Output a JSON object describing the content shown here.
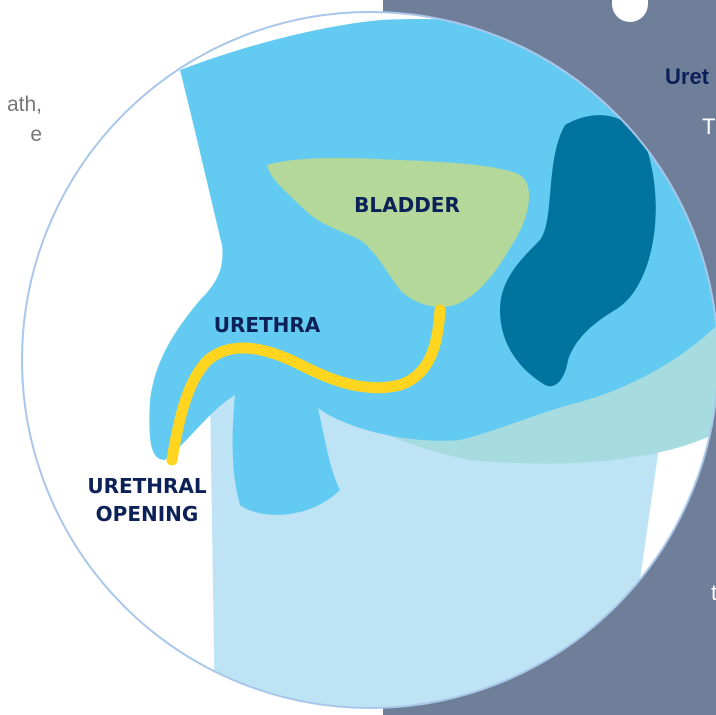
{
  "left_text_lines": [
    "ath,",
    "e"
  ],
  "panel": {
    "heading": "Uret",
    "text_top": "T",
    "text_bottom": "t"
  },
  "diagram": {
    "labels": {
      "bladder": "BLADDER",
      "urethra": "URETHRA",
      "urethral_opening_line1": "URETHRAL",
      "urethral_opening_line2": "OPENING"
    }
  },
  "colors": {
    "panel_bg": "#6f7f99",
    "body_blue": "#63cbf2",
    "bladder_green": "#b3d89a",
    "urethra_yellow": "#ffd51f",
    "dark_teal": "#00739e",
    "pale_teal": "#a6dbe0",
    "thigh_pale_blue": "#bde3f4",
    "label_navy": "#0c2157"
  }
}
